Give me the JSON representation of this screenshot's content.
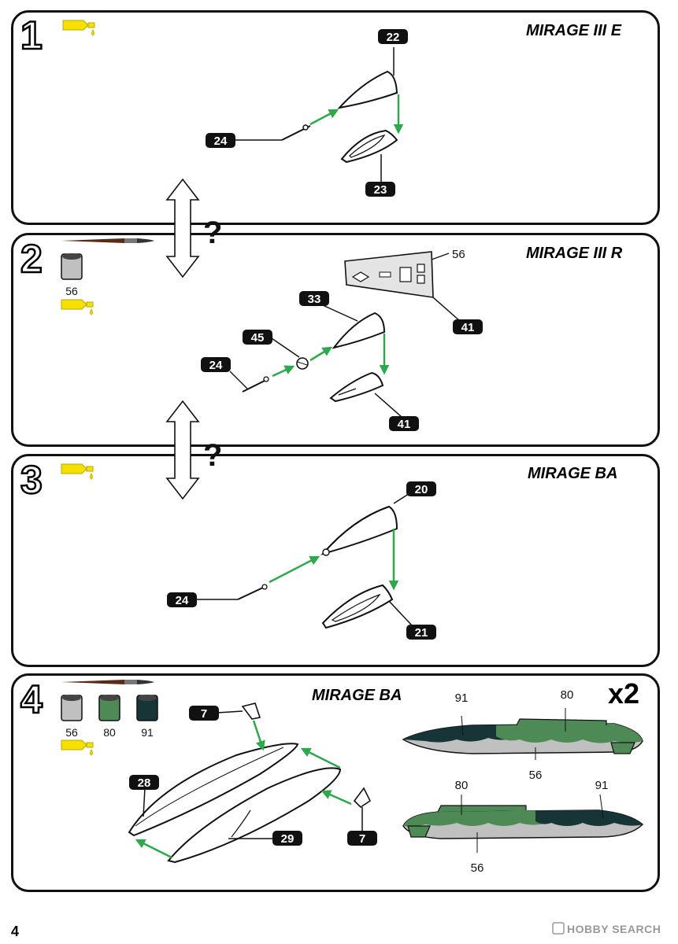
{
  "page_number": "4",
  "watermark": "HOBBY SEARCH",
  "colors": {
    "color_56": "#c0c0c0",
    "color_80": "#4e8a55",
    "color_91": "#173537",
    "arrow": "#2ea84a",
    "glue": "#f5e000"
  },
  "steps": [
    {
      "number": "1",
      "title": "MIRAGE III E",
      "parts": {
        "a": "22",
        "b": "24",
        "c": "23"
      }
    },
    {
      "number": "2",
      "title": "MIRAGE III R",
      "paint_label": "56",
      "parts": {
        "a": "33",
        "b": "45",
        "c": "24",
        "d": "41",
        "e": "41"
      },
      "paint_callout": "56"
    },
    {
      "number": "3",
      "title": "MIRAGE  BA",
      "parts": {
        "a": "20",
        "b": "24",
        "c": "21"
      }
    },
    {
      "number": "4",
      "title": "MIRAGE  BA",
      "paints": [
        "56",
        "80",
        "91"
      ],
      "parts": {
        "a": "7",
        "b": "28",
        "c": "29",
        "d": "7"
      },
      "multiplier": "x2",
      "tank_top": {
        "label_91": "91",
        "label_80": "80",
        "label_56": "56"
      },
      "tank_bottom": {
        "label_80": "80",
        "label_91": "91",
        "label_56": "56"
      }
    }
  ],
  "question_mark": "?"
}
